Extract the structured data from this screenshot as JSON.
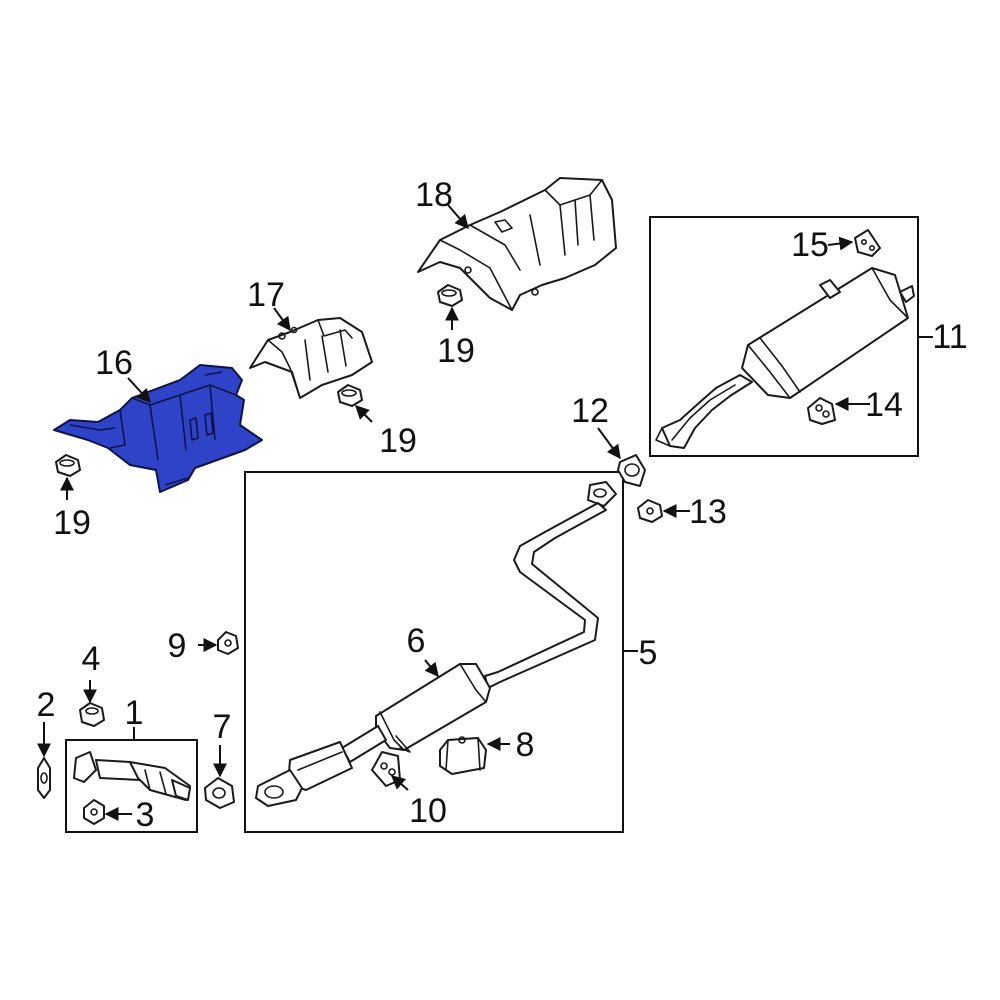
{
  "diagram": {
    "highlight_color": "#2f43c8",
    "callouts": [
      {
        "id": "c1",
        "label": "1"
      },
      {
        "id": "c2",
        "label": "2"
      },
      {
        "id": "c3",
        "label": "3"
      },
      {
        "id": "c4",
        "label": "4"
      },
      {
        "id": "c5",
        "label": "5"
      },
      {
        "id": "c6",
        "label": "6"
      },
      {
        "id": "c7",
        "label": "7"
      },
      {
        "id": "c8",
        "label": "8"
      },
      {
        "id": "c9",
        "label": "9"
      },
      {
        "id": "c10",
        "label": "10"
      },
      {
        "id": "c11",
        "label": "11"
      },
      {
        "id": "c12",
        "label": "12"
      },
      {
        "id": "c13",
        "label": "13"
      },
      {
        "id": "c14",
        "label": "14"
      },
      {
        "id": "c15",
        "label": "15"
      },
      {
        "id": "c16",
        "label": "16"
      },
      {
        "id": "c17",
        "label": "17"
      },
      {
        "id": "c18",
        "label": "18"
      },
      {
        "id": "c19a",
        "label": "19"
      },
      {
        "id": "c19b",
        "label": "19"
      },
      {
        "id": "c19c",
        "label": "19"
      }
    ]
  }
}
